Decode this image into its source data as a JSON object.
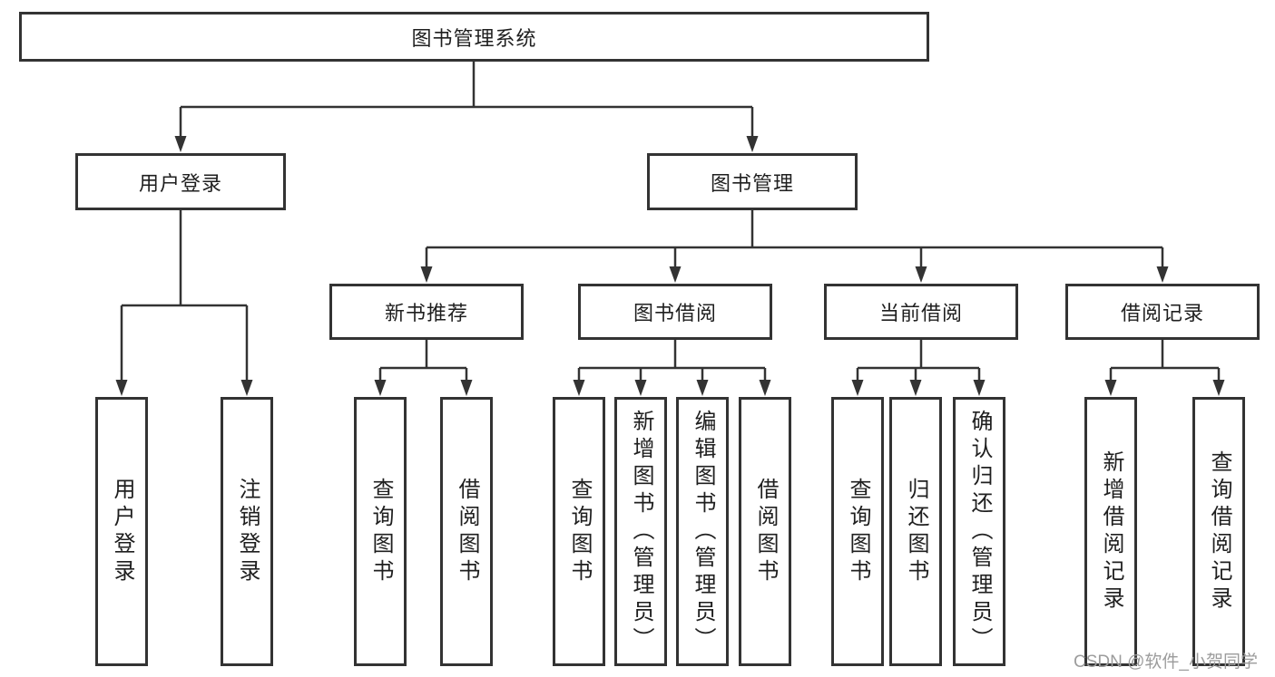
{
  "tree": {
    "label": "图书管理系统",
    "children": [
      {
        "label": "用户登录",
        "children": [
          {
            "label": "用户登录"
          },
          {
            "label": "注销登录"
          }
        ]
      },
      {
        "label": "图书管理",
        "children": [
          {
            "label": "新书推荐",
            "children": [
              {
                "label": "查询图书"
              },
              {
                "label": "借阅图书"
              }
            ]
          },
          {
            "label": "图书借阅",
            "children": [
              {
                "label": "查询图书"
              },
              {
                "label": "新增图书（管理员）"
              },
              {
                "label": "编辑图书（管理员）"
              },
              {
                "label": "借阅图书"
              }
            ]
          },
          {
            "label": "当前借阅",
            "children": [
              {
                "label": "查询图书"
              },
              {
                "label": "归还图书"
              },
              {
                "label": "确认归还（管理员）"
              }
            ]
          },
          {
            "label": "借阅记录",
            "children": [
              {
                "label": "新增借阅记录"
              },
              {
                "label": "查询借阅记录"
              }
            ]
          }
        ]
      }
    ]
  },
  "watermark": "CSDN @软件_小贺同学",
  "colors": {
    "line": "#333333",
    "text": "#1f1f1f",
    "watermark": "#9c9c9c",
    "background": "#ffffff"
  }
}
